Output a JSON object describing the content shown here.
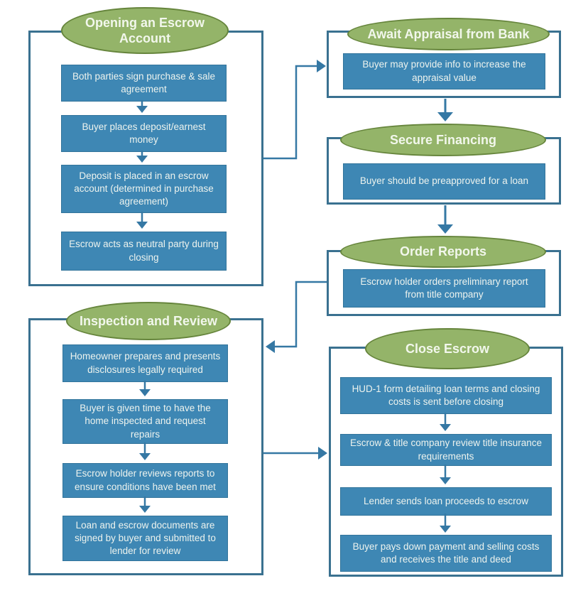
{
  "palette": {
    "step_fill": "#3e87b4",
    "step_text": "#edf3ee",
    "title_fill": "#94b469",
    "title_border": "#66853c",
    "title_text": "#f2f7ec",
    "outline_blue": "#3a7190",
    "arrow_blue": "#3578a4",
    "background": "#ffffff"
  },
  "diagram": {
    "type": "flowchart",
    "groups": [
      {
        "title": "Opening an Escrow Account",
        "steps": [
          "Both parties sign purchase & sale agreement",
          "Buyer places deposit/earnest money",
          "Deposit is placed in an escrow account (determined in purchase agreement)",
          "Escrow acts as neutral party during closing"
        ]
      },
      {
        "title": "Await Appraisal from Bank",
        "steps": [
          "Buyer may provide info to increase the appraisal value"
        ]
      },
      {
        "title": "Secure Financing",
        "steps": [
          "Buyer should be preapproved for a loan"
        ]
      },
      {
        "title": "Order Reports",
        "steps": [
          "Escrow holder orders preliminary report from title company"
        ]
      },
      {
        "title": "Inspection and Review",
        "steps": [
          "Homeowner prepares and presents disclosures legally required",
          "Buyer is given time to have the home inspected and request repairs",
          "Escrow holder reviews reports to ensure conditions have been met",
          "Loan and escrow documents are signed by buyer and submitted to lender for review"
        ]
      },
      {
        "title": "Close Escrow",
        "steps": [
          "HUD-1 form detailing loan terms and closing costs is sent before closing",
          "Escrow & title company review title insurance requirements",
          "Lender sends loan proceeds to escrow",
          "Buyer pays down payment and selling costs and receives the title and deed"
        ]
      }
    ],
    "flow": [
      {
        "from": "Opening an Escrow Account",
        "to": "Await Appraisal from Bank"
      },
      {
        "from": "Await Appraisal from Bank",
        "to": "Secure Financing"
      },
      {
        "from": "Secure Financing",
        "to": "Order Reports"
      },
      {
        "from": "Order Reports",
        "to": "Inspection and Review"
      },
      {
        "from": "Inspection and Review",
        "to": "Close Escrow"
      }
    ]
  }
}
